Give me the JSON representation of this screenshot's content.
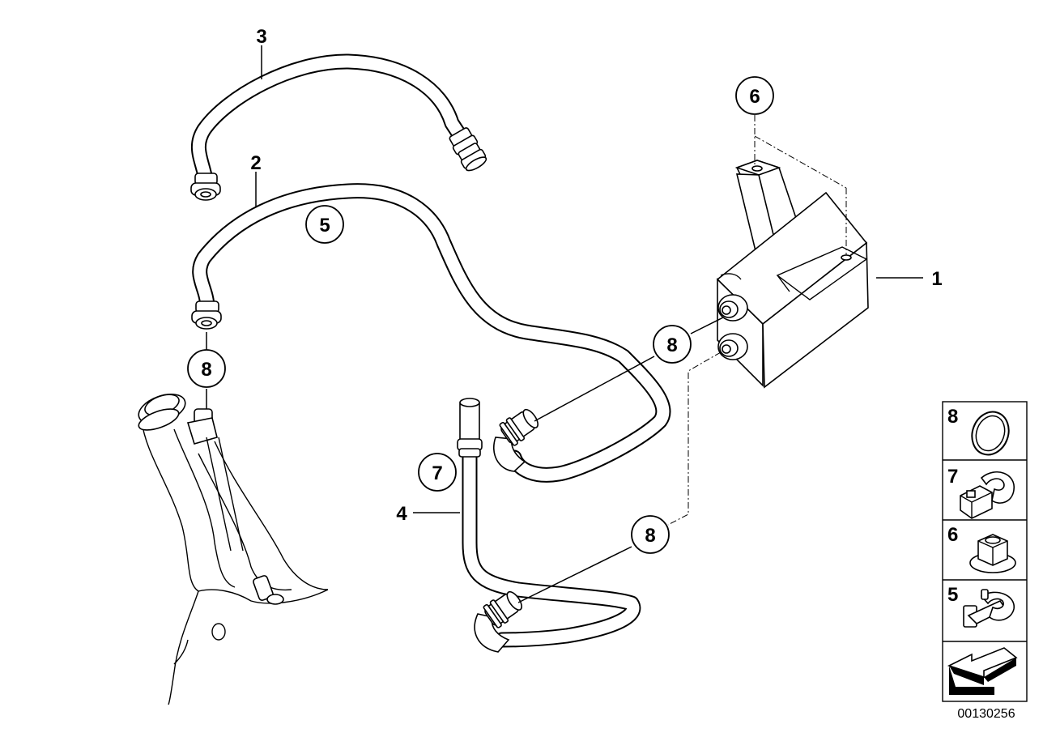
{
  "diagram": {
    "callouts": {
      "part_1": "1",
      "part_2": "2",
      "part_3": "3",
      "part_4": "4",
      "circle_6": "6",
      "circle_5": "5",
      "circle_8_left": "8",
      "circle_8_mid": "8",
      "circle_8_low": "8",
      "circle_7": "7"
    },
    "legend": [
      {
        "number": "8",
        "icon": "o-ring-seal"
      },
      {
        "number": "7",
        "icon": "hose-clip-bracket"
      },
      {
        "number": "6",
        "icon": "hex-flange-nut"
      },
      {
        "number": "5",
        "icon": "hose-holder-clip"
      }
    ],
    "navigation": {
      "icon": "return-arrow-icon"
    },
    "diagram_number": "00130256"
  }
}
